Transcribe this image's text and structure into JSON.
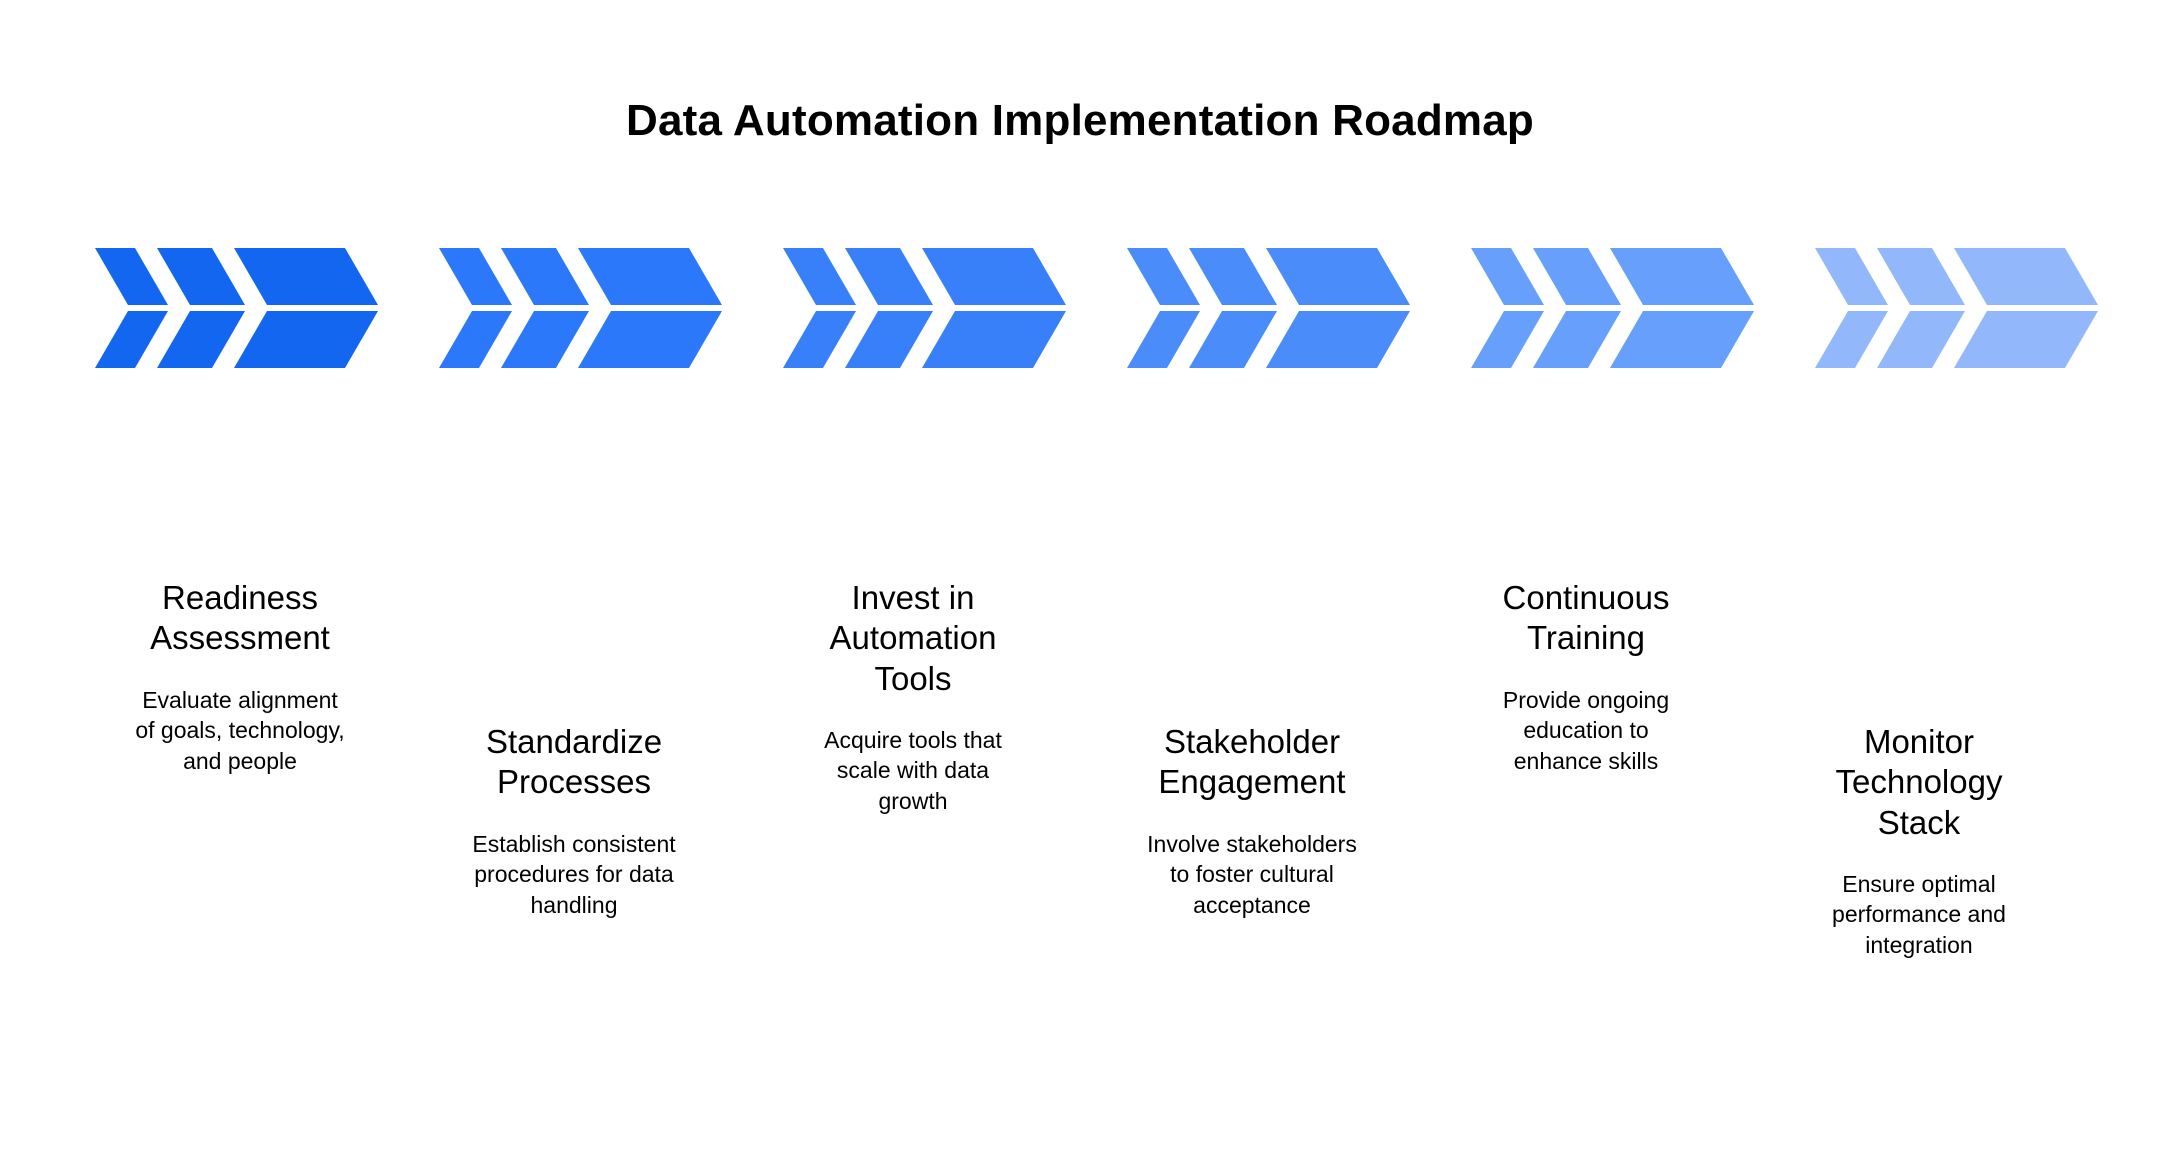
{
  "title": "Data Automation Implementation Roadmap",
  "background_color": "#ffffff",
  "text_color": "#000000",
  "chart_data": {
    "type": "diagram",
    "diagram_type": "chevron-process-roadmap",
    "title": "Data Automation Implementation Roadmap",
    "step_count": 6,
    "chevrons_per_step": 3,
    "layout": "horizontal staggered captions (odd steps high, even steps low)",
    "palette": [
      "#1266f0",
      "#2b78fa",
      "#3880fa",
      "#4b8cfb",
      "#66a0fc",
      "#93b7fb"
    ],
    "categories": [
      "Readiness Assessment",
      "Standardize Processes",
      "Invest in Automation Tools",
      "Stakeholder Engagement",
      "Continuous Training",
      "Monitor Technology Stack"
    ],
    "descriptions": [
      "Evaluate alignment of goals, technology, and people",
      "Establish consistent procedures for data handling",
      "Acquire tools that scale with data growth",
      "Involve stakeholders to foster cultural acceptance",
      "Provide ongoing education to enhance skills",
      "Ensure optimal performance and integration"
    ]
  },
  "steps": [
    {
      "index": 1,
      "title": "Readiness\nAssessment",
      "description": "Evaluate alignment\nof goals, technology,\nand people",
      "color": "#1266f0",
      "icon": "triple-chevron-right-icon"
    },
    {
      "index": 2,
      "title": "Standardize\nProcesses",
      "description": "Establish consistent\nprocedures for data\nhandling",
      "color": "#2b78fa",
      "icon": "triple-chevron-right-icon"
    },
    {
      "index": 3,
      "title": "Invest in\nAutomation\nTools",
      "description": "Acquire tools that\nscale with data\ngrowth",
      "color": "#3880fa",
      "icon": "triple-chevron-right-icon"
    },
    {
      "index": 4,
      "title": "Stakeholder\nEngagement",
      "description": "Involve stakeholders\nto foster cultural\nacceptance",
      "color": "#4b8cfb",
      "icon": "triple-chevron-right-icon"
    },
    {
      "index": 5,
      "title": "Continuous\nTraining",
      "description": "Provide ongoing\neducation to\nenhance skills",
      "color": "#66a0fc",
      "icon": "triple-chevron-right-icon"
    },
    {
      "index": 6,
      "title": "Monitor\nTechnology\nStack",
      "description": "Ensure optimal\nperformance and\nintegration",
      "color": "#93b7fb",
      "icon": "triple-chevron-right-icon"
    }
  ]
}
